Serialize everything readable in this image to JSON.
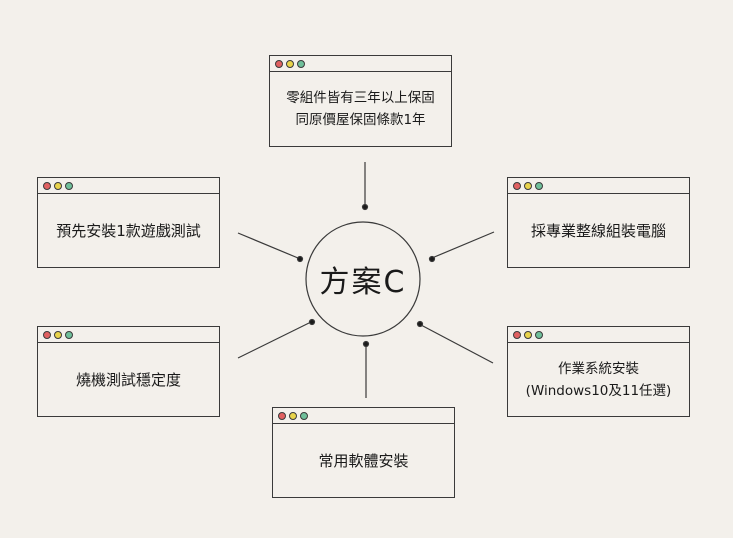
{
  "center": {
    "label": "方案C"
  },
  "colors": {
    "dot_red": "#e06060",
    "dot_yellow": "#e8d34a",
    "dot_green": "#6fbf9a",
    "background": "#f3f0eb",
    "stroke": "#3a3a3a"
  },
  "nodes": {
    "top": {
      "lines": [
        "零組件皆有三年以上保固",
        "同原價屋保固條款1年"
      ]
    },
    "left_upper": {
      "lines": [
        "預先安裝1款遊戲測試"
      ]
    },
    "right_upper": {
      "lines": [
        "採專業整線組裝電腦"
      ]
    },
    "left_lower": {
      "lines": [
        "燒機測試穩定度"
      ]
    },
    "right_lower": {
      "lines": [
        "作業系統安裝",
        "(Windows10及11任選)"
      ]
    },
    "bottom": {
      "lines": [
        "常用軟體安裝"
      ]
    }
  }
}
